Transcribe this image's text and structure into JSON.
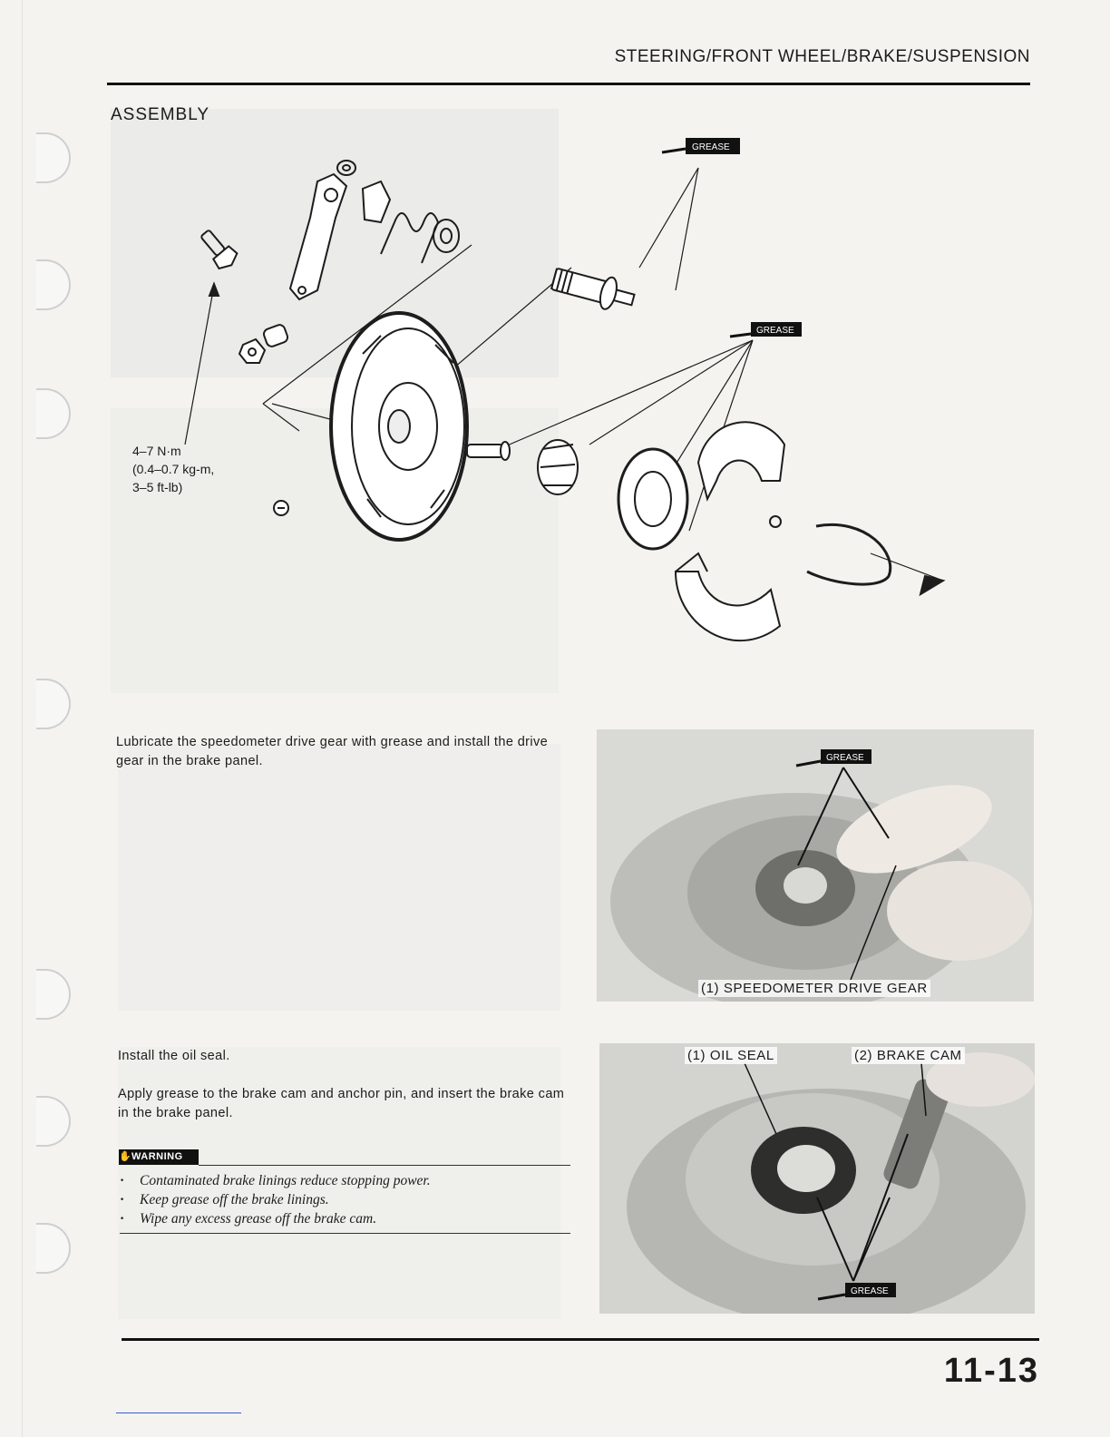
{
  "header": {
    "title": "STEERING/FRONT WHEEL/BRAKE/SUSPENSION"
  },
  "assembly": {
    "heading": "ASSEMBLY",
    "torque": [
      "4–7 N·m",
      "(0.4–0.7 kg-m,",
      "3–5 ft-lb)"
    ],
    "grease_label": "GREASE"
  },
  "step1": {
    "text": "Lubricate the speedometer drive gear with grease and install the drive gear in the brake panel.",
    "photo_label": "(1) SPEEDOMETER DRIVE GEAR",
    "grease_label": "GREASE"
  },
  "step2": {
    "text_1": "Install the oil seal.",
    "text_2": "Apply grease to the brake cam and anchor pin, and insert the brake cam in the brake panel.",
    "warning_label": "WARNING",
    "warnings": [
      "Contaminated brake linings reduce stopping power.",
      "Keep grease off the brake linings.",
      "Wipe any excess grease off the brake cam."
    ],
    "photo_label_1": "(1) OIL SEAL",
    "photo_label_2": "(2) BRAKE CAM",
    "grease_label": "GREASE"
  },
  "footer": {
    "page_number": "11-13"
  },
  "icons": [
    "hand-warning-icon",
    "grease-applicator-icon",
    "binder-hole"
  ],
  "colors": {
    "ink": "#1b1b1b",
    "paper": "#f4f3ef",
    "warning_bg": "#111111",
    "link_line": "#3a5bd8"
  }
}
